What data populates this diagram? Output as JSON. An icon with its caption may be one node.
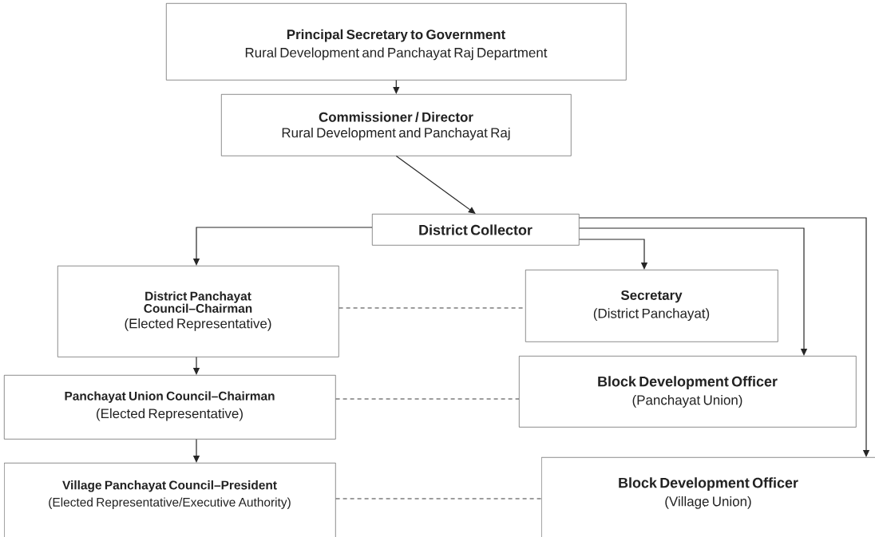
{
  "diagram": {
    "nodes": [
      {
        "text": [
          "Principal Secretary to Government",
          "Rural Development and Panchayat Raj Department"
        ]
      },
      {
        "text": [
          "Commissioner / Director",
          "Rural Development and Panchayat Raj"
        ]
      },
      {
        "text": [
          "District Collector"
        ]
      },
      {
        "text": [
          "District Panchayat Council–Chairman",
          "(Elected Representative)"
        ]
      },
      {
        "text": [
          "Secretary",
          "(District Panchayat)"
        ]
      },
      {
        "text": [
          "Panchayat Union Council–Chairman",
          "(Elected Representative)"
        ]
      },
      {
        "text": [
          "Block Development Officer",
          "(Panchayat Union)"
        ]
      },
      {
        "text": [
          "Village Panchayat Council–President",
          "(Elected Representative/Executive Authority)"
        ]
      },
      {
        "text": [
          "Block Development Officer",
          "(Village Union)"
        ]
      }
    ],
    "edges": [
      {
        "from": 0,
        "to": 1,
        "arrow": "to"
      },
      {
        "from": 1,
        "to": 2,
        "arrow": "to"
      },
      {
        "from": 2,
        "to": 3,
        "arrow": "to"
      },
      {
        "from": 2,
        "to": 4,
        "arrow": "to"
      },
      {
        "from": 2,
        "to": 6,
        "arrow": "to"
      },
      {
        "from": 2,
        "to": 8,
        "arrow": "to"
      },
      {
        "from": 3,
        "to": 5,
        "arrow": "to"
      },
      {
        "from": 5,
        "to": 7,
        "arrow": "to"
      },
      {
        "from": 3,
        "to": 4,
        "arrow": "none",
        "style": "dashed"
      },
      {
        "from": 5,
        "to": 6,
        "arrow": "none",
        "style": "dashed"
      },
      {
        "from": 7,
        "to": 8,
        "arrow": "none",
        "style": "dashed"
      }
    ]
  }
}
